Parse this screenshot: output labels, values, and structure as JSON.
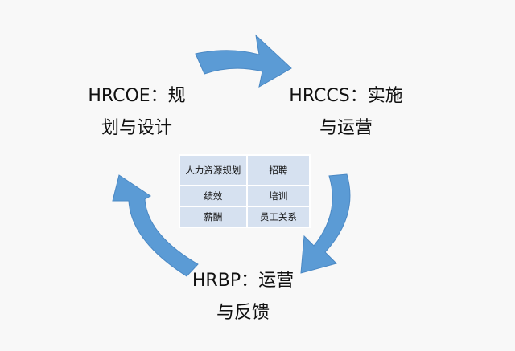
{
  "nodes": {
    "coe": {
      "line1": "HRCOE：规",
      "line2": "划与设计"
    },
    "ccs": {
      "line1": "HRCCS：实施",
      "line2": "与运营"
    },
    "bp": {
      "line1": "HRBP：运营",
      "line2": "与反馈"
    }
  },
  "table": {
    "rows": [
      [
        "人力资源规划",
        "招聘"
      ],
      [
        "绩效",
        "培训"
      ],
      [
        "薪酬",
        "员工关系"
      ]
    ]
  },
  "colors": {
    "arrow": "#5b9bd5",
    "table_cell": "#d6e1f0",
    "background": "#f8f8f8"
  }
}
